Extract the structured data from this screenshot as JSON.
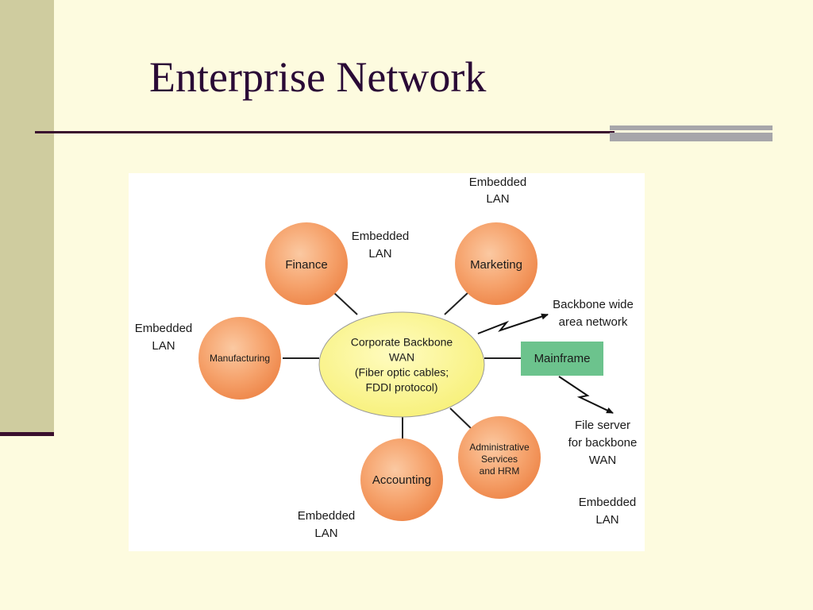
{
  "slide": {
    "title": "Enterprise Network"
  },
  "diagram": {
    "center": {
      "lines": [
        "Corporate Backbone",
        "WAN",
        "(Fiber optic cables;",
        "FDDI protocol)"
      ]
    },
    "departments": {
      "finance": "Finance",
      "marketing": "Marketing",
      "manufacturing": "Manufacturing",
      "accounting": "Accounting",
      "admin": [
        "Administrative",
        "Services",
        "and HRM"
      ]
    },
    "mainframe": "Mainframe",
    "labels": {
      "embedded_lan": [
        "Embedded",
        "LAN"
      ],
      "backbone_wan": [
        "Backbone wide",
        "area network"
      ],
      "file_server": [
        "File server",
        "for backbone",
        "WAN"
      ]
    },
    "colors": {
      "department_fill": "#f6a46e",
      "center_fill": "#fbf68a",
      "mainframe_fill": "#6cc38d"
    }
  }
}
